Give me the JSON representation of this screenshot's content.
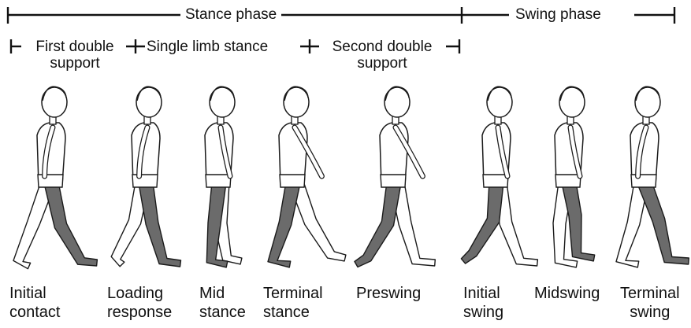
{
  "phases": {
    "stance": "Stance phase",
    "swing": "Swing phase"
  },
  "subphases": {
    "first_double": [
      "First double",
      "support"
    ],
    "single_limb": "Single limb stance",
    "second_double": [
      "Second double",
      "support"
    ]
  },
  "figures": [
    {
      "line1": "Initial",
      "line2": "contact"
    },
    {
      "line1": "Loading",
      "line2": "response"
    },
    {
      "line1": "Mid",
      "line2": "stance"
    },
    {
      "line1": "Terminal",
      "line2": "stance"
    },
    {
      "line1": "Preswing",
      "line2": ""
    },
    {
      "line1": "Initial",
      "line2": "swing"
    },
    {
      "line1": "Midswing",
      "line2": ""
    },
    {
      "line1": "Terminal",
      "line2": "swing"
    }
  ],
  "colors": {
    "line": "#111111",
    "highlighted_leg": "#6b6b6b",
    "outline": "#1a1a1a"
  }
}
